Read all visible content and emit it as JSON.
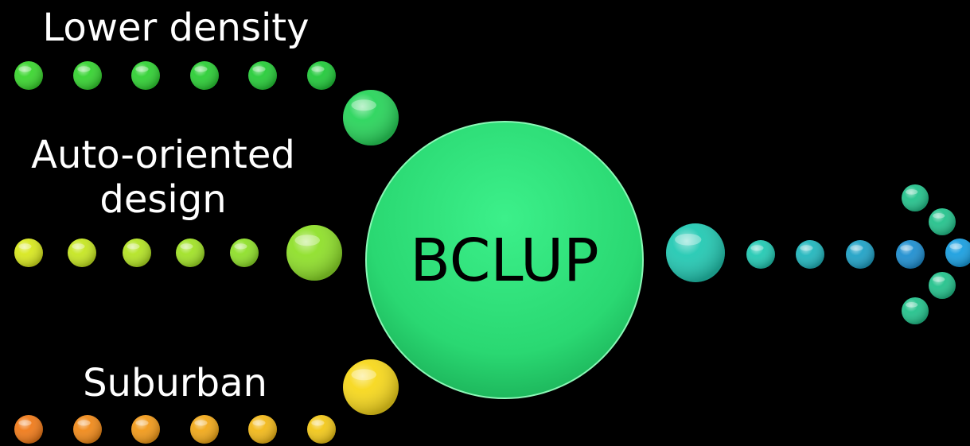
{
  "diagram": {
    "center": {
      "label": "BCLUP",
      "color": "#2fe07a"
    },
    "inputs": [
      {
        "id": "lower-density",
        "label": "Lower density",
        "color": "#22c93b"
      },
      {
        "id": "auto-oriented",
        "label_lines": [
          "Auto-oriented",
          "design"
        ],
        "color": "#8fe02a"
      },
      {
        "id": "suburban",
        "label": "Suburban",
        "color": "#f2c81a"
      }
    ],
    "output": {
      "color": "#23c9b3",
      "arrowhead_color": "#24c28c"
    }
  }
}
